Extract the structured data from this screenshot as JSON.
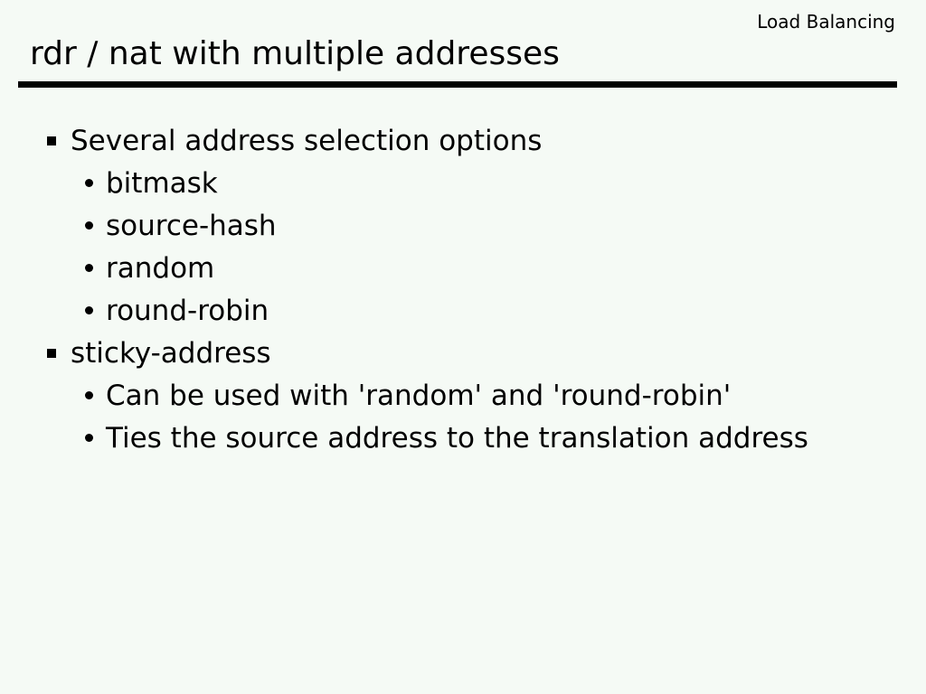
{
  "slide": {
    "corner_label": "Load Balancing",
    "title": "rdr / nat with multiple addresses",
    "bullets": [
      {
        "level": 1,
        "text": "Several address selection options"
      },
      {
        "level": 2,
        "text": "bitmask"
      },
      {
        "level": 2,
        "text": "source-hash"
      },
      {
        "level": 2,
        "text": "random"
      },
      {
        "level": 2,
        "text": "round-robin"
      },
      {
        "level": 1,
        "text": "sticky-address"
      },
      {
        "level": 2,
        "text": "Can be used with 'random' and 'round-robin'"
      },
      {
        "level": 2,
        "text": "Ties the source address to the translation address"
      }
    ],
    "colors": {
      "background": "#f5faf5",
      "text": "#000000",
      "rule": "#000000"
    }
  }
}
